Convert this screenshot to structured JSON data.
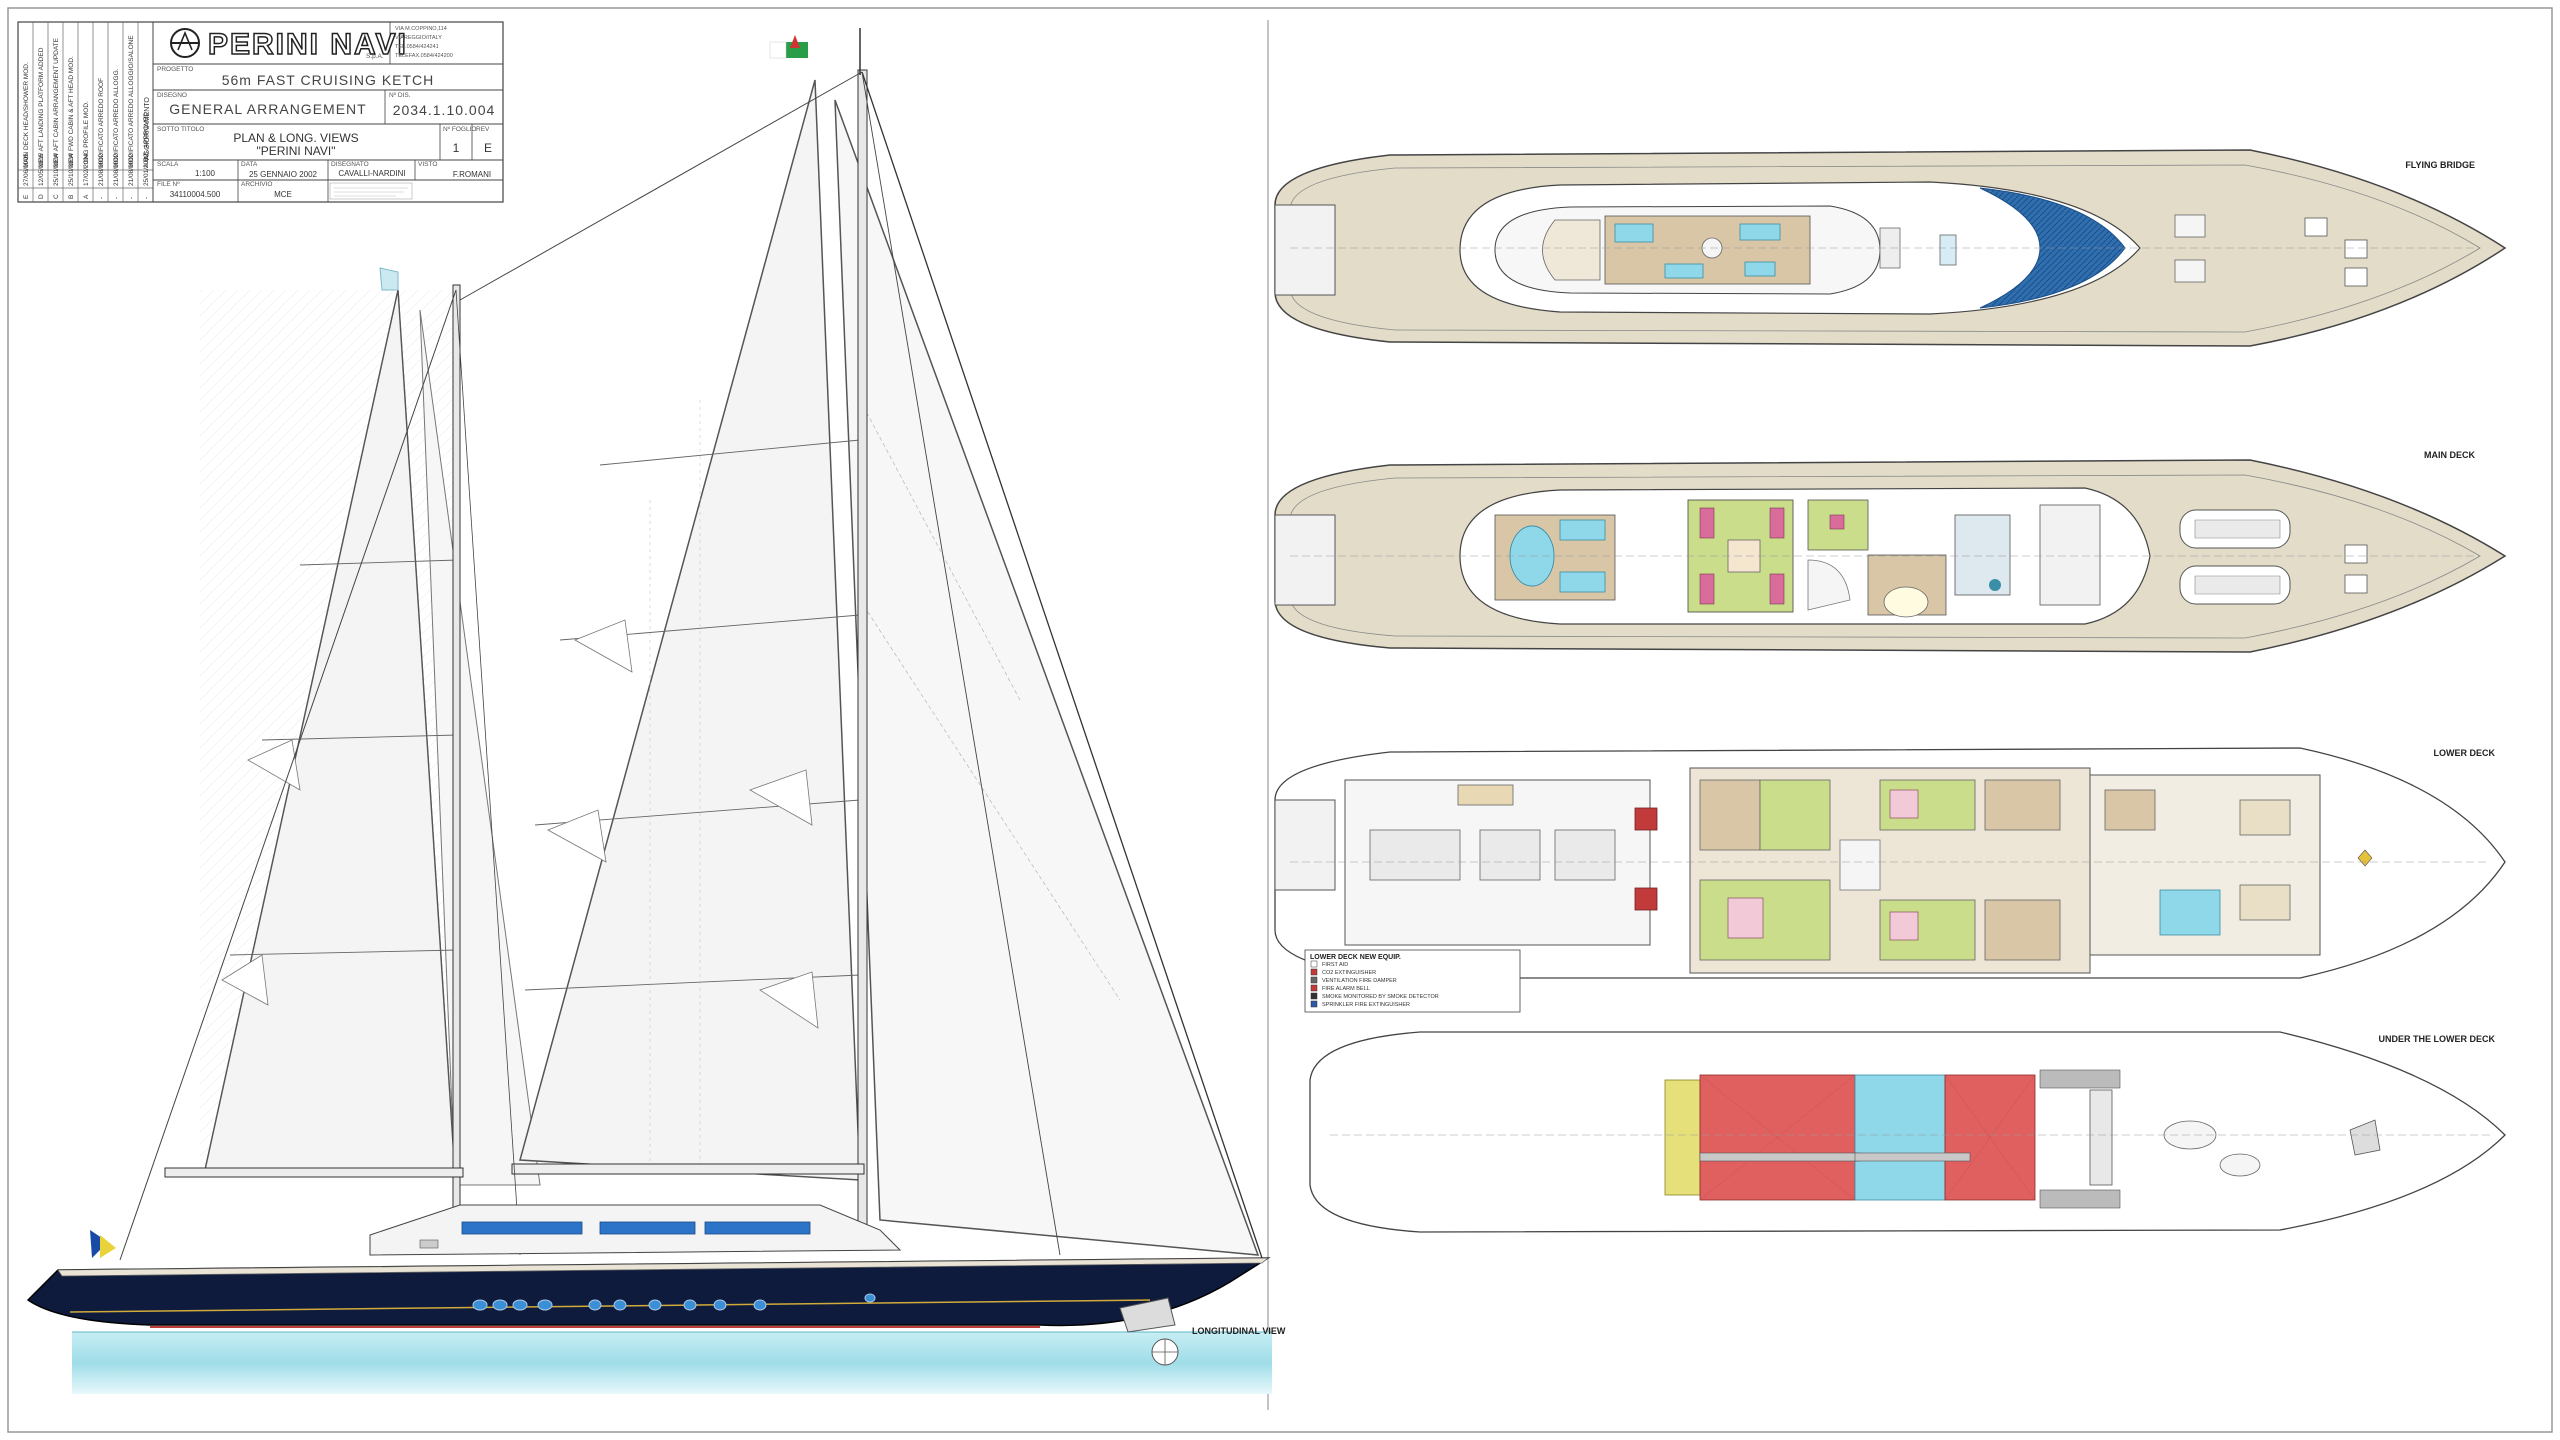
{
  "title_block": {
    "company": "PERINI NAVI",
    "company_suffix": "S.p.A.",
    "company_address": [
      "VIA M.COPPINO,114",
      "VIAREGGIO/ITALY",
      "TEL.0584/424241",
      "TELEFAX.0584/424200"
    ],
    "progetto_label": "PROGETTO",
    "progetto": "56m FAST CRUISING KETCH",
    "disegno_label": "DISEGNO",
    "disegno": "GENERAL ARRANGEMENT",
    "dwg_label": "Nº DIS.",
    "dwg_no": "2034.1.10.004",
    "sottotitolo_label": "SOTTO TITOLO",
    "sottotitolo_1": "PLAN & LONG. VIEWS",
    "sottotitolo_2": "\"PERINI NAVI\"",
    "foglio_label": "Nº FOGLIO",
    "foglio": "1",
    "rev_label": "REV",
    "rev": "E",
    "scala_label": "SCALA",
    "scala": "1:100",
    "data_label": "DATA",
    "data": "25 GENNAIO 2002",
    "disegnato_label": "DISEGNATO",
    "disegnato": "CAVALLI-NARDINI",
    "visto_label": "VISTO",
    "visto": "F.ROMANI",
    "file_label": "FILE Nº",
    "file": "34110004.500",
    "archivio_label": "ARCHIVIO",
    "archivio": "MCE"
  },
  "revisions": {
    "header": "AGGIORNAMENTO",
    "rows": [
      {
        "rev": "E",
        "date": "27/06/2005",
        "desc": "MAIN DECK HEAD/SHOWER MOD."
      },
      {
        "rev": "D",
        "date": "12/05/2005",
        "desc": "NEW AFT LANDING PLATFORM ADDED"
      },
      {
        "rev": "C",
        "date": "25/10/2004",
        "desc": "NEW AFT CABIN ARRANGEMENT UPDATE"
      },
      {
        "rev": "B",
        "date": "25/10/2004",
        "desc": "NEW FWD CABIN & AFT HEAD MOD."
      },
      {
        "rev": "A",
        "date": "17/02/2004",
        "desc": "LONG PROFILE MOD."
      },
      {
        "rev": "-",
        "date": "21/08/2002",
        "desc": "MODIFICATO ARREDO ROOF"
      },
      {
        "rev": "-",
        "date": "21/08/2002",
        "desc": "MODIFICATO ARREDO ALLOGG."
      },
      {
        "rev": "-",
        "date": "21/08/2002",
        "desc": "MODIFICATO ARREDO ALLOGGIO/SALONE"
      },
      {
        "rev": "-",
        "date": "25/01/2002",
        "desc": "A.B.S. APPROVED"
      }
    ]
  },
  "views": {
    "longitudinal": "LONGITUDINAL VIEW",
    "flying_bridge": "FLYING BRIDGE",
    "main_deck": "MAIN DECK",
    "lower_deck": "LOWER DECK",
    "under_lower_deck": "UNDER THE LOWER DECK"
  },
  "legend": {
    "title": "LOWER DECK NEW EQUIP.",
    "items": [
      "FIRST AID",
      "CO2 EXTINGUISHER",
      "VENTILATION FIRE DAMPER",
      "FIRE ALARM BELL",
      "SMOKE MONITORED BY SMOKE DETECTOR",
      "SPRINKLER FIRE EXTINGUISHER"
    ]
  },
  "colors": {
    "hull": "#0f1b3d",
    "deck_wood": "#e2dcc9",
    "tank_red": "#e06060",
    "tank_blue": "#8fd8ea",
    "tank_yellow": "#e6e07a",
    "cabin_green": "#c9dd8a",
    "sea": "#9fdde8"
  }
}
